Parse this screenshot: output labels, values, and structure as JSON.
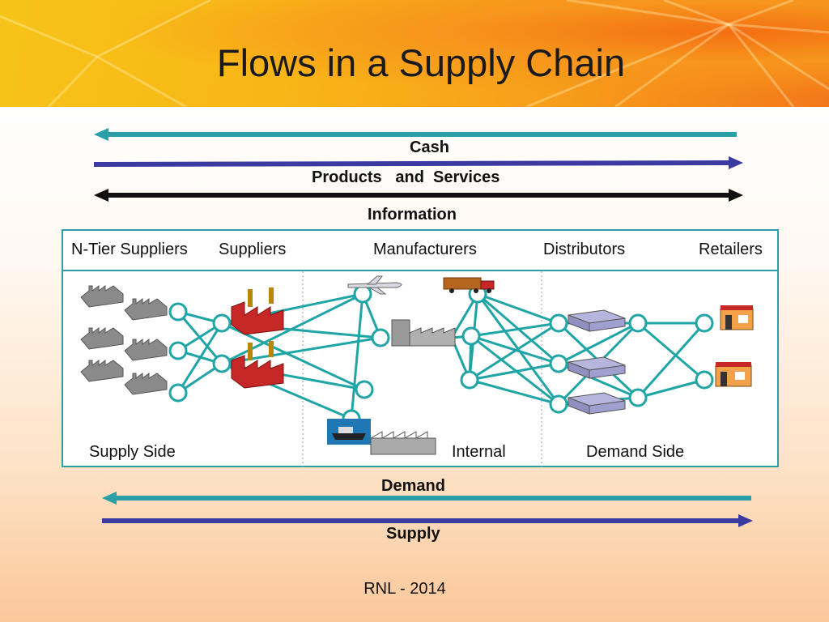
{
  "slide": {
    "title": "Flows in a Supply Chain",
    "footer": "RNL - 2014"
  },
  "flows": {
    "cash": "Cash",
    "products": "Products   and  Services",
    "information": "Information",
    "demand": "Demand",
    "supply": "Supply"
  },
  "stages": {
    "n_tier": "N-Tier Suppliers",
    "suppliers": "Suppliers",
    "manufacturers": "Manufacturers",
    "distributors": "Distributors",
    "retailers": "Retailers"
  },
  "sides": {
    "supply_side": "Supply Side",
    "internal": "Internal",
    "demand_side": "Demand Side"
  },
  "colors": {
    "teal_arrow": "#2a9fa7",
    "blue_arrow": "#3a3aa0",
    "black_arrow": "#111111",
    "network_line": "#1fa5a5",
    "factory_red": "#c62828",
    "box_border": "#2a9fa7"
  },
  "icons": [
    "factory-icon",
    "airplane-icon",
    "truck-icon",
    "ship-icon",
    "warehouse-icon",
    "distribution-center-icon",
    "store-icon"
  ]
}
